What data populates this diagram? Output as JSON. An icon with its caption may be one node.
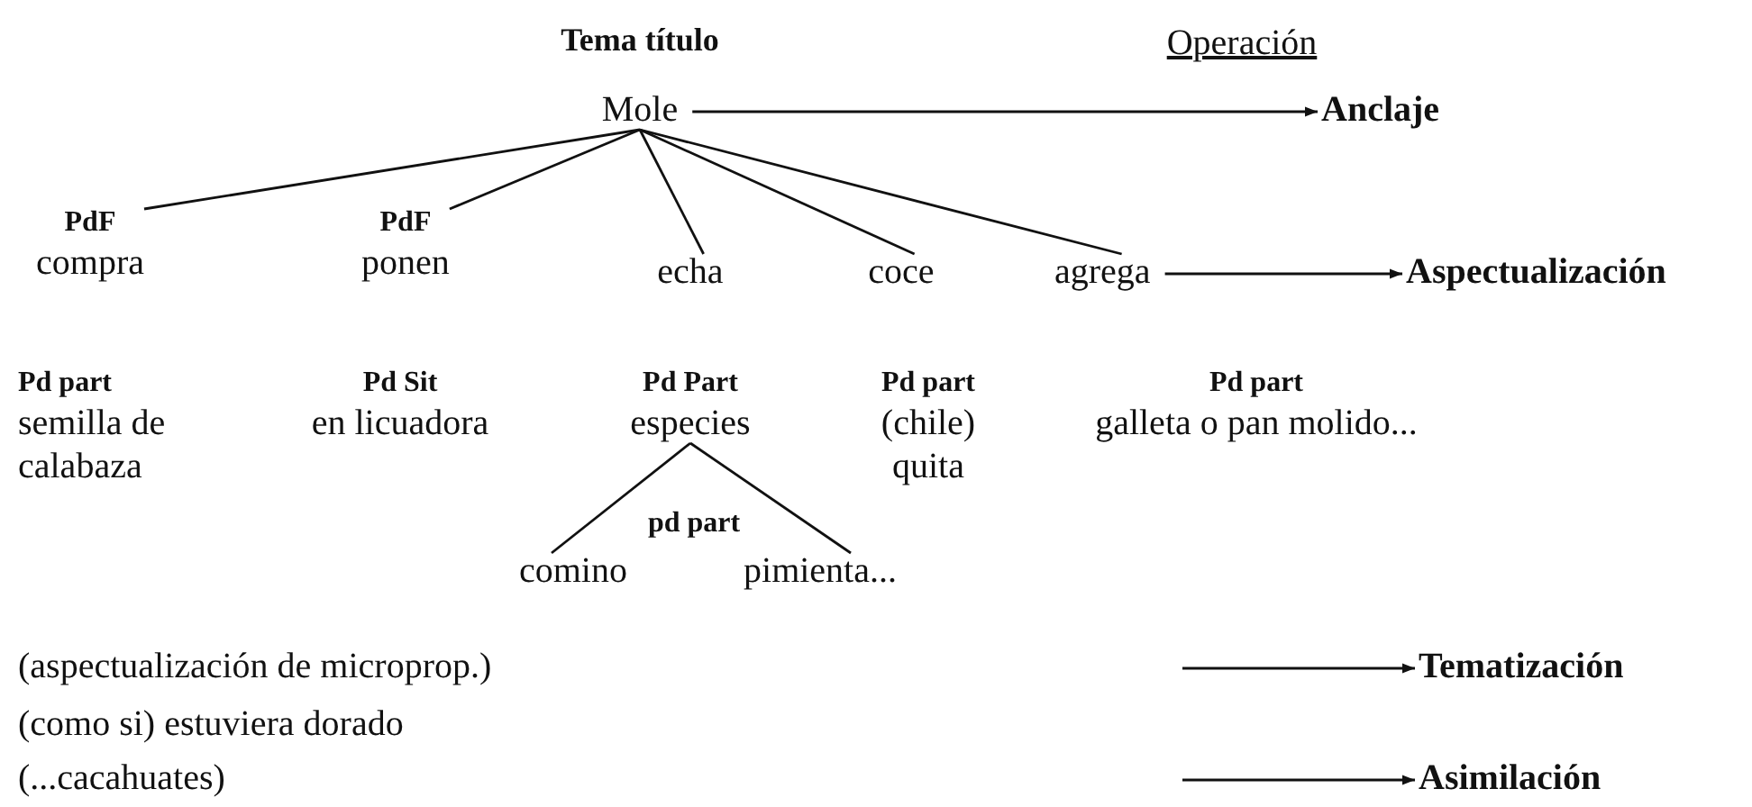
{
  "diagram": {
    "nodes": [
      {
        "text": [
          "Mole"
        ]
      },
      {
        "text": [
          "Anclaje"
        ]
      },
      {
        "text": [
          "PdF",
          "compra"
        ]
      },
      {
        "text": [
          "PdF",
          "ponen"
        ]
      },
      {
        "text": [
          "echa"
        ]
      },
      {
        "text": [
          "coce"
        ]
      },
      {
        "text": [
          "agrega"
        ]
      },
      {
        "text": [
          "Aspectualización"
        ]
      },
      {
        "text": [
          "Pd part",
          "semilla de calabaza"
        ]
      },
      {
        "text": [
          "Pd Sit",
          "en licuadora"
        ]
      },
      {
        "text": [
          "Pd Part",
          "especies"
        ]
      },
      {
        "text": [
          "Pd part",
          "(chile) quita"
        ]
      },
      {
        "text": [
          "Pd part",
          "galleta o pan molido..."
        ]
      },
      {
        "text": [
          "comino"
        ]
      },
      {
        "text": [
          "pimienta..."
        ]
      },
      {
        "text": [
          "Tematización"
        ]
      },
      {
        "text": [
          "Asimilación"
        ]
      }
    ],
    "edges": [
      {
        "from": 0,
        "to": 1,
        "arrow": "to"
      },
      {
        "from": 0,
        "to": 2,
        "arrow": "none"
      },
      {
        "from": 0,
        "to": 3,
        "arrow": "none"
      },
      {
        "from": 0,
        "to": 4,
        "arrow": "none"
      },
      {
        "from": 0,
        "to": 5,
        "arrow": "none"
      },
      {
        "from": 0,
        "to": 6,
        "arrow": "none"
      },
      {
        "from": 6,
        "to": 7,
        "arrow": "to"
      },
      {
        "from": 10,
        "to": 13,
        "arrow": "none"
      },
      {
        "from": 10,
        "to": 14,
        "arrow": "none"
      },
      {
        "from": null,
        "to": 15,
        "arrow": "to"
      },
      {
        "from": null,
        "to": 16,
        "arrow": "to"
      }
    ],
    "labels": [
      "Tema título",
      "Operación",
      "pd part",
      "(aspectualización de microprop.)",
      "(como si) estuviera dorado",
      "(...cacahuates)"
    ]
  }
}
